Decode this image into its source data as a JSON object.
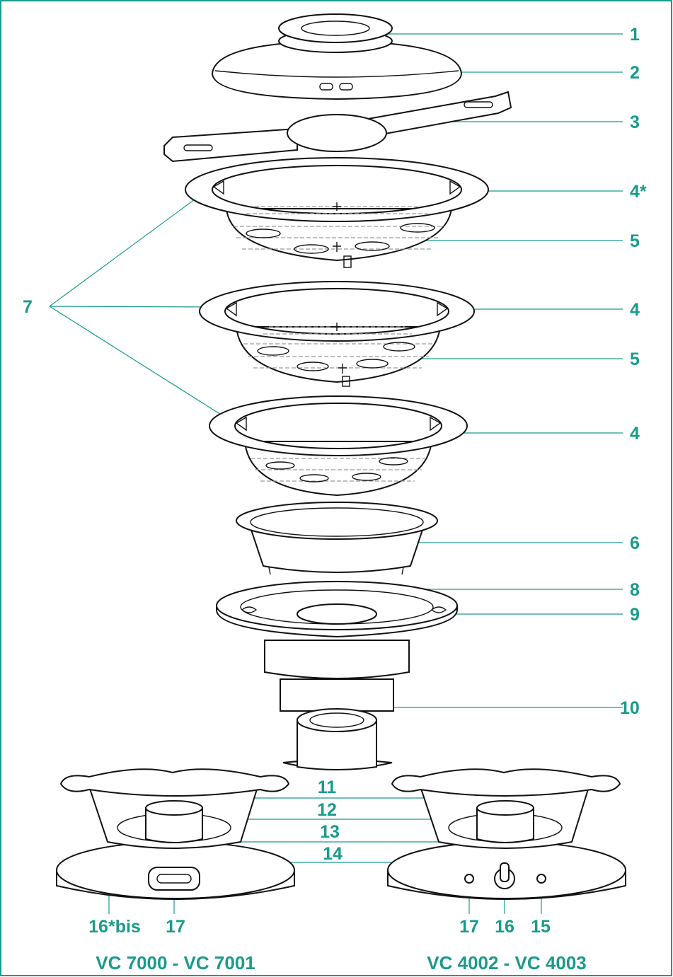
{
  "colors": {
    "accent": "#1a9a8c",
    "outline": "#111111",
    "border": "#1a9a8c"
  },
  "labels": {
    "l1": "1",
    "l2": "2",
    "l3": "3",
    "l4a": "4*",
    "l5a": "5",
    "l7": "7",
    "l4b": "4",
    "l5b": "5",
    "l4c": "4",
    "l6": "6",
    "l8": "8",
    "l9": "9",
    "l10": "10",
    "l11": "11",
    "l12": "12",
    "l13": "13",
    "l14": "14",
    "l16bis": "16*bis",
    "l17a": "17",
    "l17b": "17",
    "l16": "16",
    "l15": "15"
  },
  "models": {
    "left": "VC 7000 - VC 7001",
    "right": "VC 4002 - VC 4003"
  }
}
